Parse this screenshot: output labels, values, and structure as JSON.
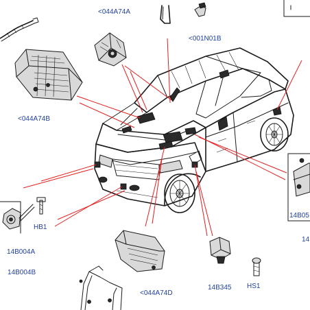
{
  "labels": {
    "top_airbag": "<044A74A",
    "left_airbag": "<044A74B",
    "bottom_airbag": "<044A74D",
    "roof_sensor": "<001N01B",
    "actuator_part": "14B004A",
    "actuator_ref": "14B004B",
    "bolt": "HB1",
    "bracket": "14B345",
    "screw": "HS1",
    "right_module": "14B05",
    "right_edge": "14"
  },
  "colors": {
    "label": "#1f3fa0",
    "leader": "#e41e1e",
    "line": "#1a1a1a"
  }
}
